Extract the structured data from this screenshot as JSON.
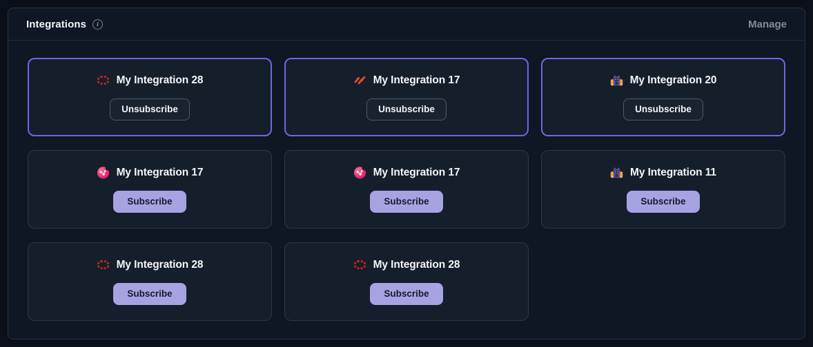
{
  "header": {
    "title": "Integrations",
    "info_icon": "i",
    "manage_label": "Manage"
  },
  "cards": [
    {
      "title": "My Integration 28",
      "icon": "red-dashes",
      "button_label": "Unsubscribe",
      "button_variant": "outline",
      "highlighted": "true"
    },
    {
      "title": "My Integration 17",
      "icon": "red-slashes",
      "button_label": "Unsubscribe",
      "button_variant": "outline",
      "highlighted": "true"
    },
    {
      "title": "My Integration 20",
      "icon": "purple-mascot",
      "button_label": "Unsubscribe",
      "button_variant": "outline",
      "highlighted": "true"
    },
    {
      "title": "My Integration 17",
      "icon": "pink-share",
      "button_label": "Subscribe",
      "button_variant": "filled",
      "highlighted": "false"
    },
    {
      "title": "My Integration 17",
      "icon": "pink-share",
      "button_label": "Subscribe",
      "button_variant": "filled",
      "highlighted": "false"
    },
    {
      "title": "My Integration 11",
      "icon": "purple-mascot",
      "button_label": "Subscribe",
      "button_variant": "filled",
      "highlighted": "false"
    },
    {
      "title": "My Integration 28",
      "icon": "red-dashes",
      "button_label": "Subscribe",
      "button_variant": "filled",
      "highlighted": "false"
    },
    {
      "title": "My Integration 28",
      "icon": "red-dashes",
      "button_label": "Subscribe",
      "button_variant": "filled",
      "highlighted": "false"
    }
  ],
  "colors": {
    "highlight_border": "#6b6ae6",
    "subscribe_button_bg": "#a7a3e3",
    "red_icon": "#c5281c",
    "orange_icon": "#e04a26",
    "pink_icon": "#d40f62",
    "mascot_purple": "#5c4da6",
    "mascot_orange": "#f0a23c"
  }
}
